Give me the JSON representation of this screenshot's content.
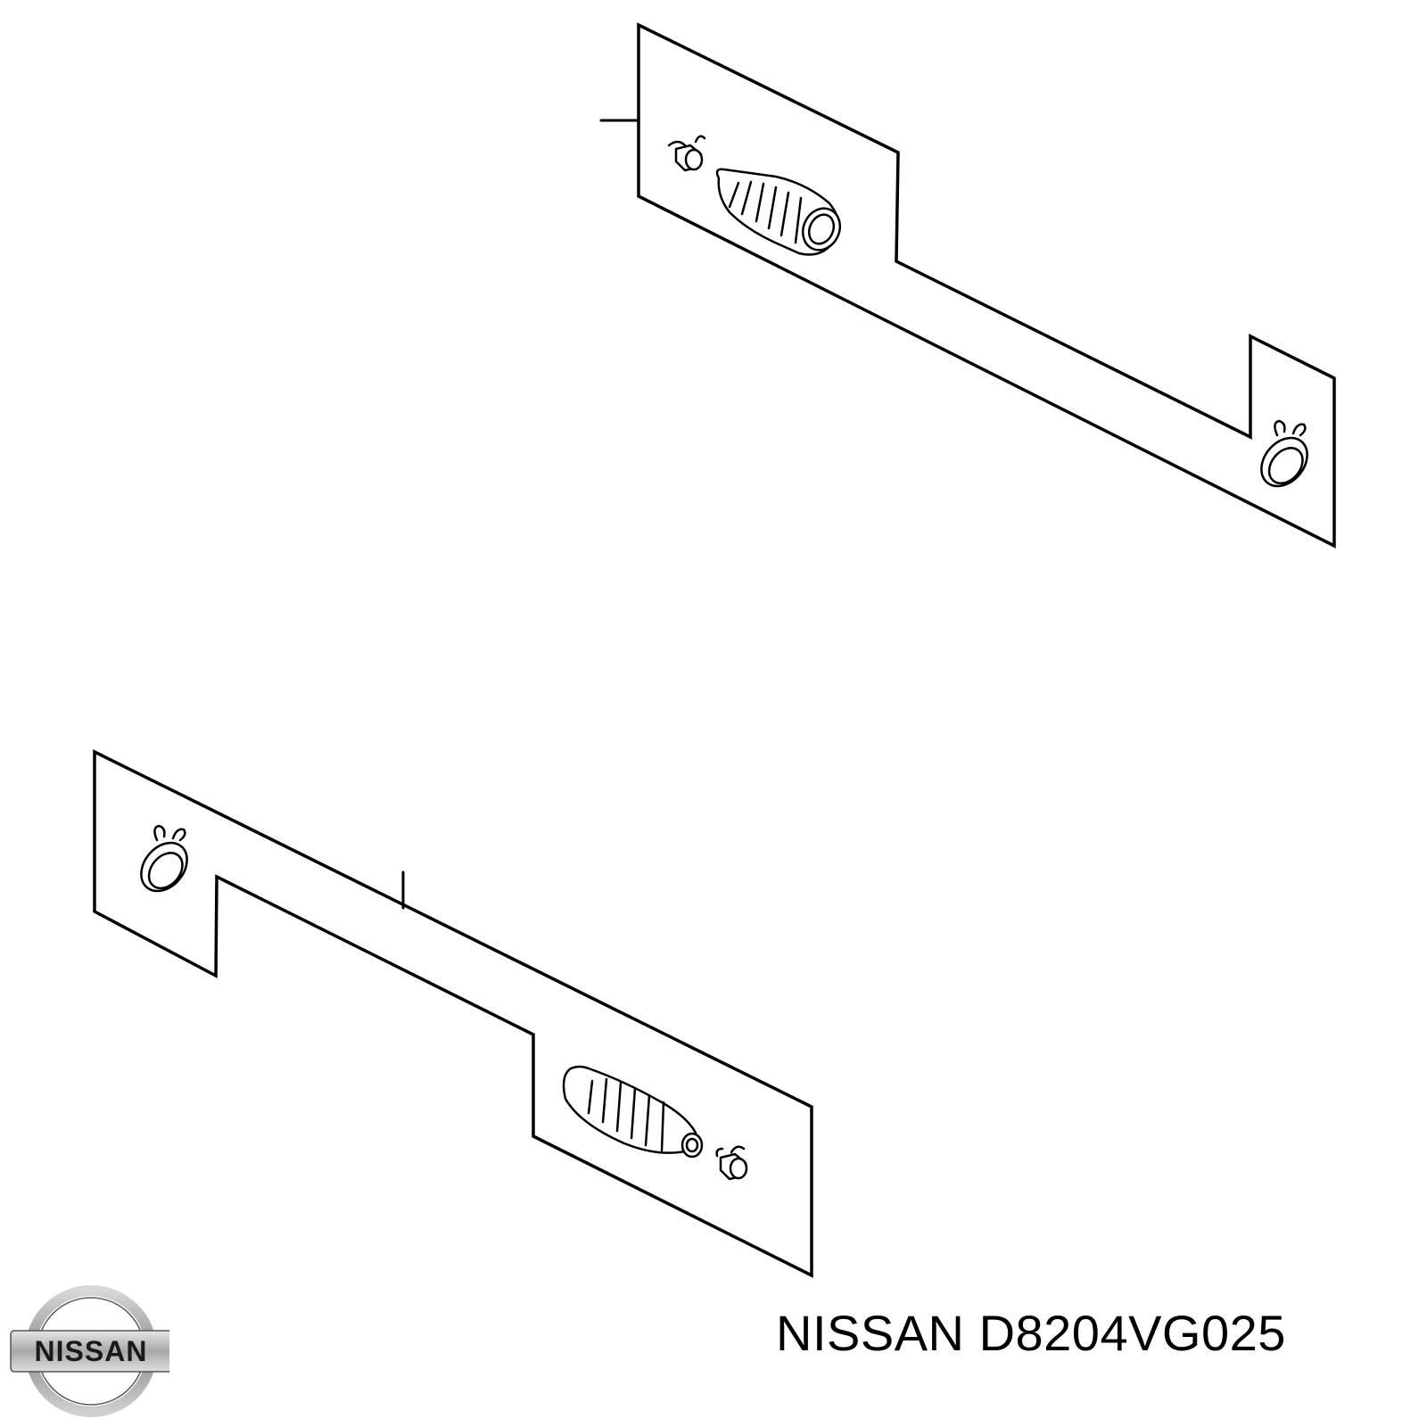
{
  "caption": {
    "brand": "NISSAN",
    "part_number": "D8204VG025"
  },
  "logo": {
    "text": "NISSAN",
    "ring_color": "#9a9a9a",
    "bar_color": "#b0b0b0",
    "text_color": "#1a1a1a"
  },
  "diagram": {
    "line_color": "#000000",
    "background": "#ffffff"
  }
}
